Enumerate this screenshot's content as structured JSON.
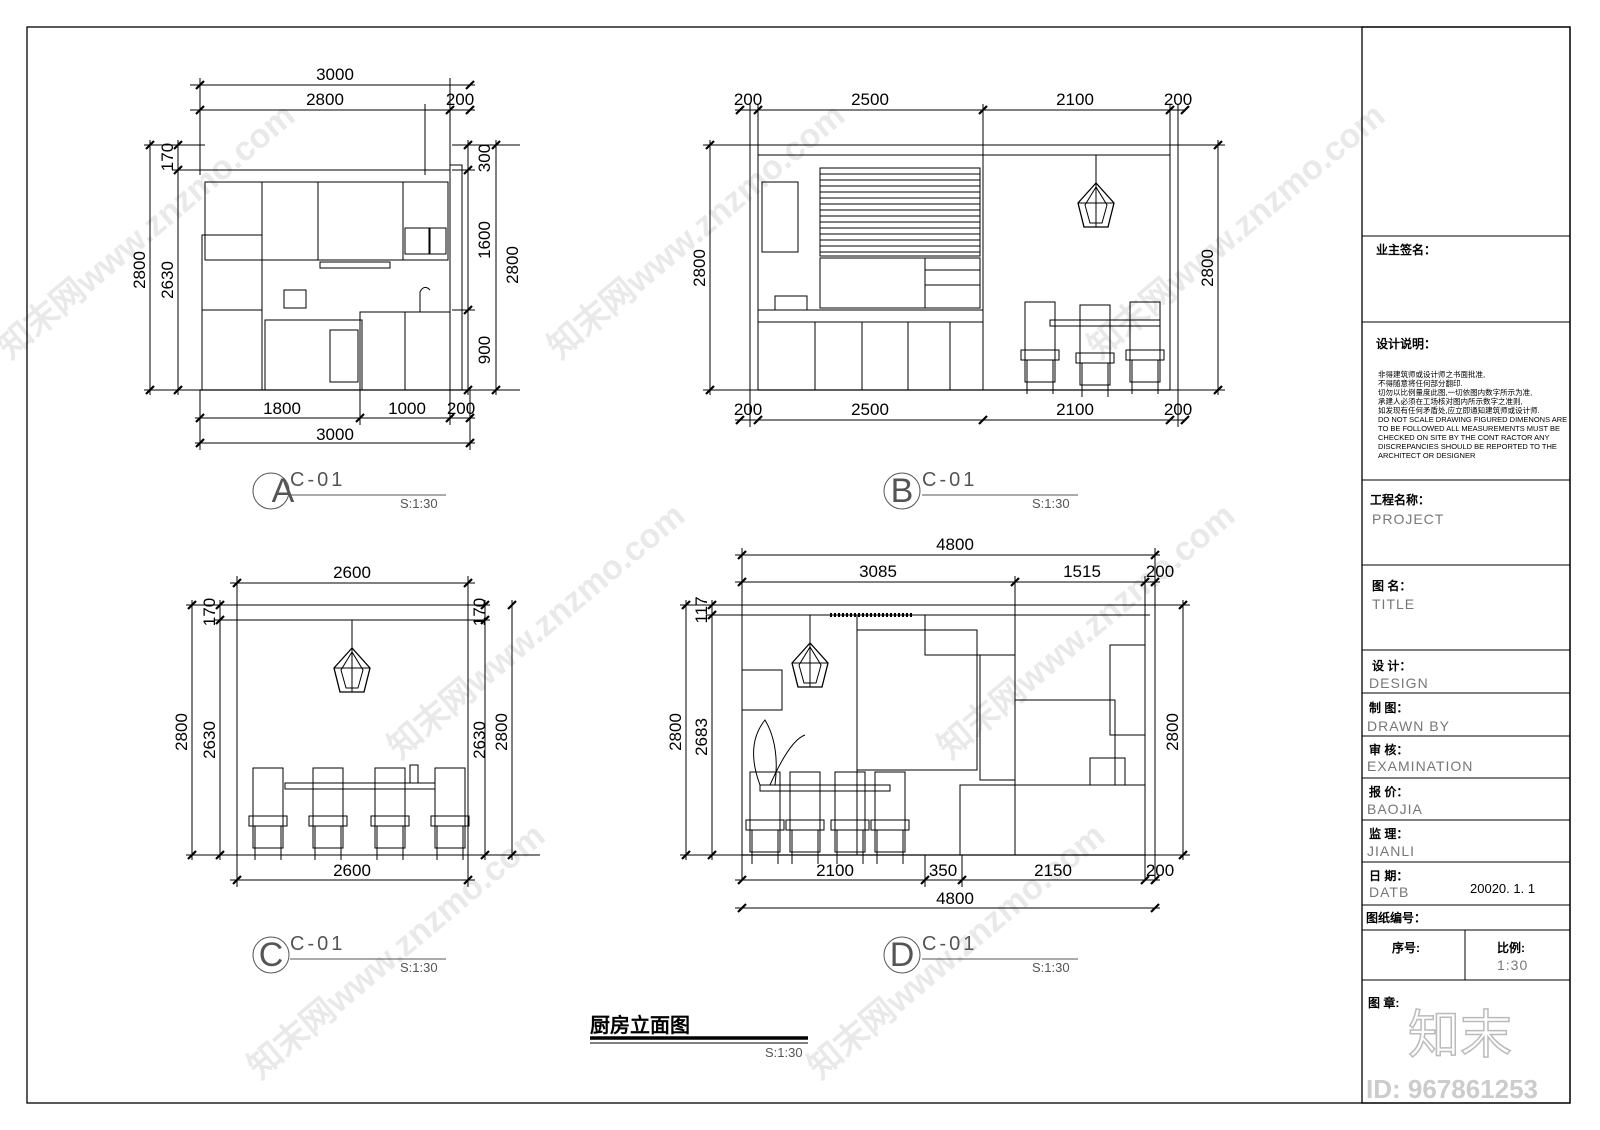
{
  "drawing_title": "厨房立面图",
  "drawing_scale": "S:1:30",
  "elevations": {
    "A": {
      "letter": "A",
      "ref": "C-01",
      "scale": "S:1:30",
      "dims": {
        "top_total": "3000",
        "top_a": "2800",
        "top_b": "200",
        "left_a": "170",
        "left_b": "2630",
        "left_total": "2800",
        "right_a": "300",
        "right_b": "1600",
        "right_c": "900",
        "right_total": "2800",
        "bot_a": "1800",
        "bot_b": "1000",
        "bot_c": "200",
        "bot_total": "3000"
      }
    },
    "B": {
      "letter": "B",
      "ref": "C-01",
      "scale": "S:1:30",
      "dims": {
        "top_a": "200",
        "top_b": "2500",
        "top_c": "2100",
        "top_d": "200",
        "left_total": "2800",
        "right_total": "2800",
        "bot_a": "200",
        "bot_b": "2500",
        "bot_c": "2100",
        "bot_d": "200"
      }
    },
    "C": {
      "letter": "C",
      "ref": "C-01",
      "scale": "S:1:30",
      "dims": {
        "top_total": "2600",
        "left_a": "170",
        "left_b": "2630",
        "left_total": "2800",
        "right_a": "170",
        "right_b": "2630",
        "right_total": "2800",
        "bot_total": "2600"
      }
    },
    "D": {
      "letter": "D",
      "ref": "C-01",
      "scale": "S:1:30",
      "dims": {
        "top_total": "4800",
        "top_a": "3085",
        "top_b": "1515",
        "top_c": "200",
        "left_a": "117",
        "left_b": "2683",
        "left_total": "2800",
        "right_total": "2800",
        "bot_a": "2100",
        "bot_b": "350",
        "bot_c": "2150",
        "bot_d": "200",
        "bot_total": "4800"
      }
    }
  },
  "title_block": {
    "owner_sign_label": "业主签名：",
    "design_notes_label": "设计说明：",
    "notes": [
      "非得建筑师或设计师之书面批准,",
      "不得随意将任何部分翻印.",
      "切勿以比例量度此图,一切依图内数字所示为准,",
      "承建人必须在工场核对图内所示数字之准则,",
      "如发现有任何矛盾处,应立即通知建筑师或设计师.",
      "DO NOT SCALE DRAWING FIGURED DIMENONS ARE",
      "TO BE FOLLOWED ALL MEASUREMENTS MUST BE",
      "CHECKED ON SITE BY THE CONT RACTOR ANY",
      "DISCREPANCIES SHOULD BE REPORTED TO THE",
      "ARCHITECT OR DESIGNER"
    ],
    "project_label": "工程名称：",
    "project_value": "PROJECT",
    "title_label": "图 名：",
    "title_value": "TITLE",
    "design_label": "设 计：",
    "design_value": "DESIGN",
    "drawn_label": "制 图：",
    "drawn_value": "DRAWN BY",
    "exam_label": "审 核：",
    "exam_value": "EXAMINATION",
    "price_label": "报 价：",
    "price_value": "BAOJIA",
    "super_label": "监 理：",
    "super_value": "JIANLI",
    "date_label": "日 期：",
    "date_value": "DATB",
    "date_text": "20020. 1. 1",
    "drawing_no_label": "图纸编号：",
    "serial_label": "序号:",
    "scale_label": "比例:",
    "scale_value": "1:30",
    "seal_label": "图 章:"
  },
  "watermark": {
    "text": "知末网www.znzmo.com",
    "logo": "知末",
    "id": "ID: 967861253"
  }
}
